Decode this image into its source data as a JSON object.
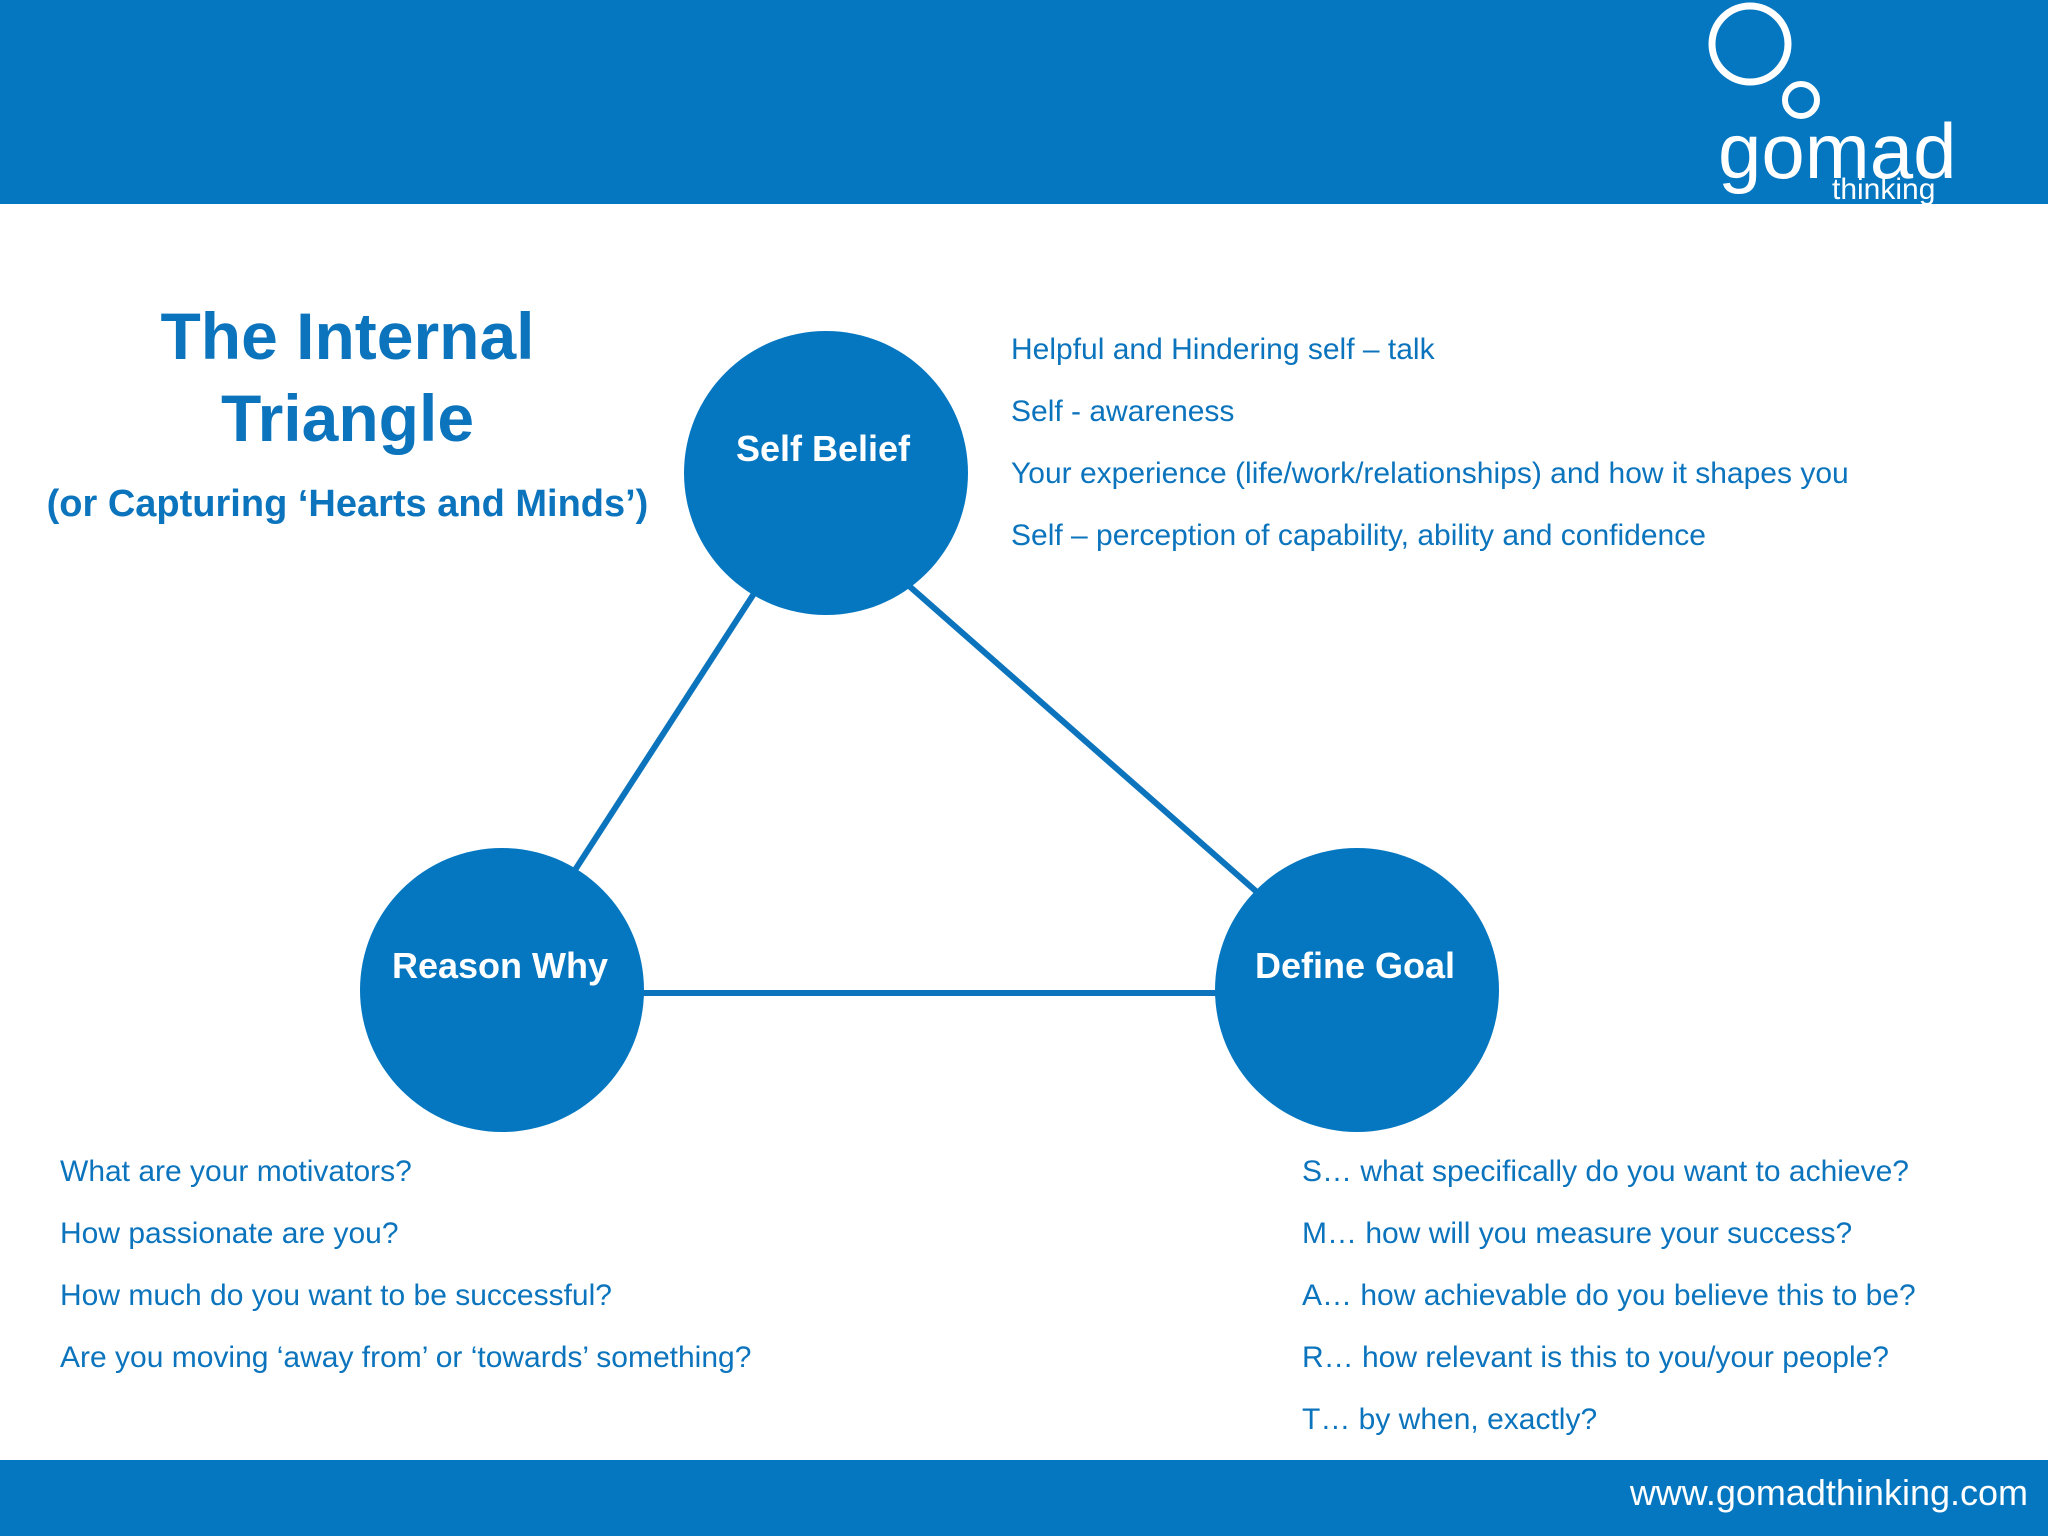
{
  "title": {
    "main": "The Internal Triangle",
    "sub": "(or Capturing ‘Hearts and Minds’)"
  },
  "logo": {
    "brand": "gomad",
    "tagline": "thinking"
  },
  "colors": {
    "primary": "#0577c1",
    "text": "#0b74bd",
    "on_primary": "#ffffff"
  },
  "nodes": {
    "self_belief": "Self Belief",
    "reason_why": "Reason Why",
    "define_goal": "Define Goal"
  },
  "self_belief_points": [
    "Helpful and Hindering self – talk",
    "Self -  awareness",
    "Your experience (life/work/relationships) and how it shapes you",
    "Self – perception of capability, ability and confidence"
  ],
  "reason_why_points": [
    "What are your motivators?",
    "How passionate are you?",
    "How much do you want to be successful?",
    "Are you moving ‘away from’ or ‘towards’ something?"
  ],
  "define_goal_points": [
    "S… what specifically do you want to achieve?",
    "M… how will you measure your success?",
    "A… how achievable do you believe this to be?",
    "R… how relevant is this to you/your people?",
    "T… by when, exactly?"
  ],
  "footer": {
    "url": "www.gomadthinking.com"
  }
}
